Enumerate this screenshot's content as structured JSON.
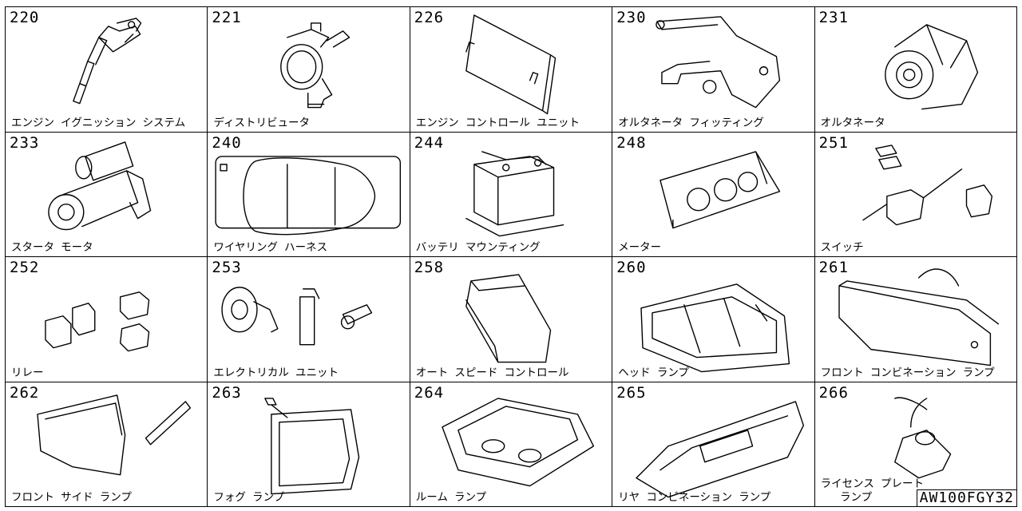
{
  "catalog_code": "AW100FGY32",
  "cells": [
    {
      "number": "220",
      "label": "エンジン イグニッション システム",
      "icon": "ignition-coil-icon"
    },
    {
      "number": "221",
      "label": "ディストリビュータ",
      "icon": "distributor-icon"
    },
    {
      "number": "226",
      "label": "エンジン コントロール ユニット",
      "icon": "control-unit-icon"
    },
    {
      "number": "230",
      "label": "オルタネータ フィッティング",
      "icon": "alternator-bracket-icon"
    },
    {
      "number": "231",
      "label": "オルタネータ",
      "icon": "alternator-icon"
    },
    {
      "number": "233",
      "label": "スタータ モータ",
      "icon": "starter-motor-icon"
    },
    {
      "number": "240",
      "label": "ワイヤリング ハーネス",
      "icon": "wiring-harness-icon"
    },
    {
      "number": "244",
      "label": "バッテリ マウンティング",
      "icon": "battery-icon"
    },
    {
      "number": "248",
      "label": "メーター",
      "icon": "meter-icon"
    },
    {
      "number": "251",
      "label": "スイッチ",
      "icon": "switch-icon"
    },
    {
      "number": "252",
      "label": "リレー",
      "icon": "relay-icon"
    },
    {
      "number": "253",
      "label": "エレクトリカル ユニット",
      "icon": "horn-icon"
    },
    {
      "number": "258",
      "label": "オート スピード コントロール",
      "icon": "speed-control-unit-icon"
    },
    {
      "number": "260",
      "label": "ヘッド ランプ",
      "icon": "headlamp-icon"
    },
    {
      "number": "261",
      "label": "フロント コンビネーション ランプ",
      "icon": "front-combination-lamp-icon"
    },
    {
      "number": "262",
      "label": "フロント サイド ランプ",
      "icon": "side-lamp-icon"
    },
    {
      "number": "263",
      "label": "フォグ ランプ",
      "icon": "fog-lamp-icon"
    },
    {
      "number": "264",
      "label": "ルーム ランプ",
      "icon": "room-lamp-icon"
    },
    {
      "number": "265",
      "label": "リヤ コンビネーション ランプ",
      "icon": "rear-combination-lamp-icon"
    },
    {
      "number": "266",
      "label": "ライセンス プレート\n   ランプ",
      "icon": "license-plate-lamp-icon"
    }
  ]
}
